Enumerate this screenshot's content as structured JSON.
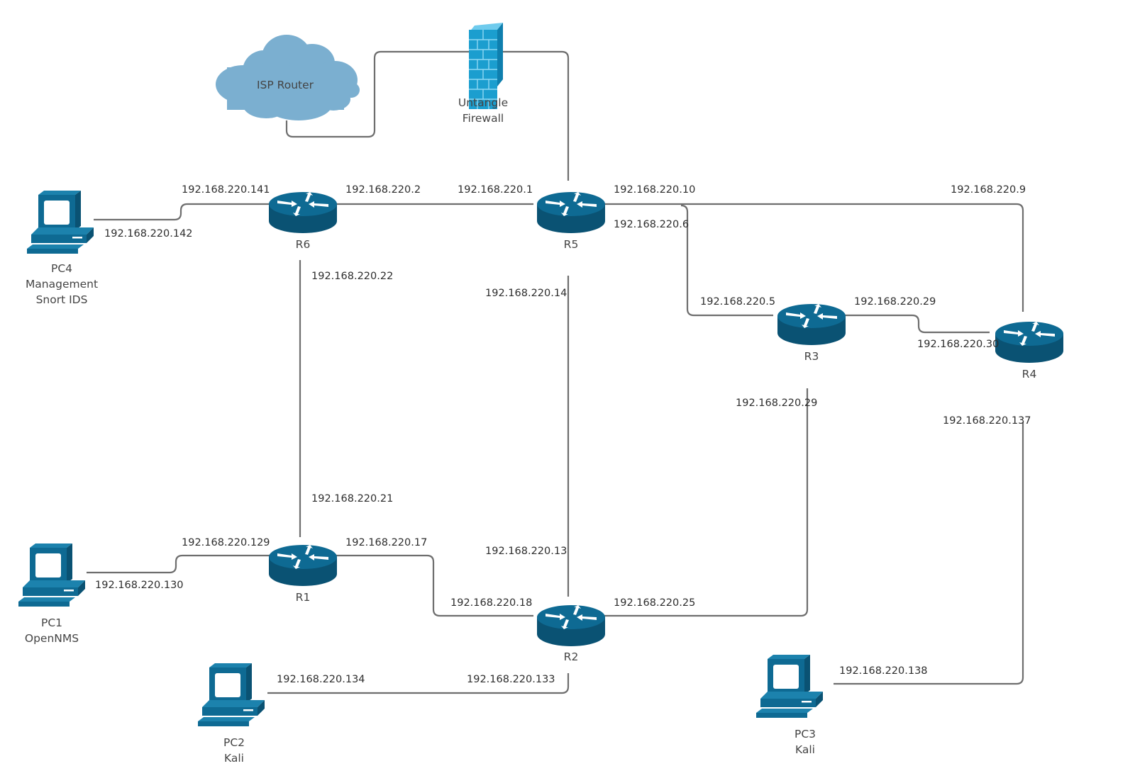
{
  "colors": {
    "device": "#0e6a93",
    "device_dark": "#0a5273",
    "cloud": "#7bafd0",
    "firewall": "#1b9ecf",
    "link": "#6e6e6e"
  },
  "nodes": {
    "isp": {
      "label": "ISP Router",
      "icon": "cloud-icon"
    },
    "firewall": {
      "label_1": "Untangle",
      "label_2": "Firewall",
      "icon": "firewall-icon"
    },
    "r1": {
      "label": "R1",
      "icon": "router-icon"
    },
    "r2": {
      "label": "R2",
      "icon": "router-icon"
    },
    "r3": {
      "label": "R3",
      "icon": "router-icon"
    },
    "r4": {
      "label": "R4",
      "icon": "router-icon"
    },
    "r5": {
      "label": "R5",
      "icon": "router-icon"
    },
    "r6": {
      "label": "R6",
      "icon": "router-icon"
    },
    "pc1": {
      "label_1": "PC1",
      "label_2": "OpenNMS",
      "icon": "workstation-icon"
    },
    "pc2": {
      "label_1": "PC2",
      "label_2": "Kali",
      "icon": "workstation-icon"
    },
    "pc3": {
      "label_1": "PC3",
      "label_2": "Kali",
      "icon": "workstation-icon"
    },
    "pc4": {
      "label_1": "PC4",
      "label_2": "Management",
      "label_3": "Snort IDS",
      "icon": "workstation-icon"
    }
  },
  "ips": {
    "r6_pc4": "192.168.220.141",
    "pc4_r6": "192.168.220.142",
    "r6_r5": "192.168.220.2",
    "r5_r6": "192.168.220.1",
    "r5_r4": "192.168.220.10",
    "r4_r5": "192.168.220.9",
    "r5_r3": "192.168.220.6",
    "r3_r5": "192.168.220.5",
    "r3_r4": "192.168.220.29",
    "r4_r3": "192.168.220.30",
    "r6_r1": "192.168.220.22",
    "r1_r6": "192.168.220.21",
    "r5_r2": "192.168.220.14",
    "r2_r5": "192.168.220.13",
    "r3_r2": "192.168.220.29",
    "r2_r3": "192.168.220.25",
    "r4_pc3": "192.168.220.137",
    "pc3_r4": "192.168.220.138",
    "r1_pc1": "192.168.220.129",
    "pc1_r1": "192.168.220.130",
    "r1_r2": "192.168.220.17",
    "r2_r1": "192.168.220.18",
    "pc2_r2": "192.168.220.134",
    "r2_pc2": "192.168.220.133"
  }
}
